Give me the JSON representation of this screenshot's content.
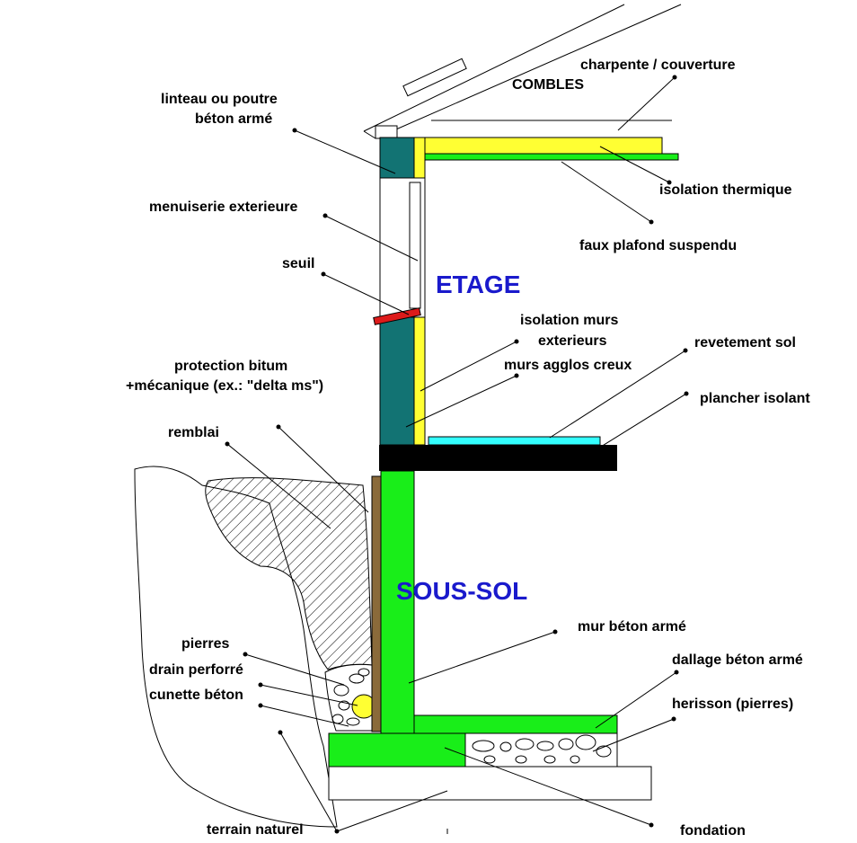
{
  "labels": {
    "charpente": "charpente / couverture",
    "combles": "COMBLES",
    "linteau_l1": "linteau ou poutre",
    "linteau_l2": "béton armé",
    "isolation_thermique": "isolation thermique",
    "faux_plafond": "faux plafond suspendu",
    "menuiserie": "menuiserie exterieure",
    "seuil": "seuil",
    "etage": "ETAGE",
    "isol_murs_l1": "isolation murs",
    "isol_murs_l2": "exterieurs",
    "revetement": "revetement sol",
    "murs_agglos": "murs agglos creux",
    "protection_l1": "protection bitum",
    "protection_l2": "+mécanique (ex.: \"delta ms\")",
    "plancher": "plancher isolant",
    "remblai": "remblai",
    "sous_sol": "SOUS-SOL",
    "mur_beton": "mur béton armé",
    "dallage": "dallage béton armé",
    "pierres": "pierres",
    "drain": "drain perforré",
    "cunette": "cunette béton",
    "herisson": "herisson (pierres)",
    "terrain": "terrain naturel",
    "fondation": "fondation"
  },
  "colors": {
    "teal": "#127373",
    "yellow": "#ffff33",
    "green": "#19ee19",
    "cyan": "#33ffff",
    "black": "#000000",
    "brown": "#8a6a3a",
    "red": "#dd1a1a",
    "blue_text": "#1a1acc"
  }
}
